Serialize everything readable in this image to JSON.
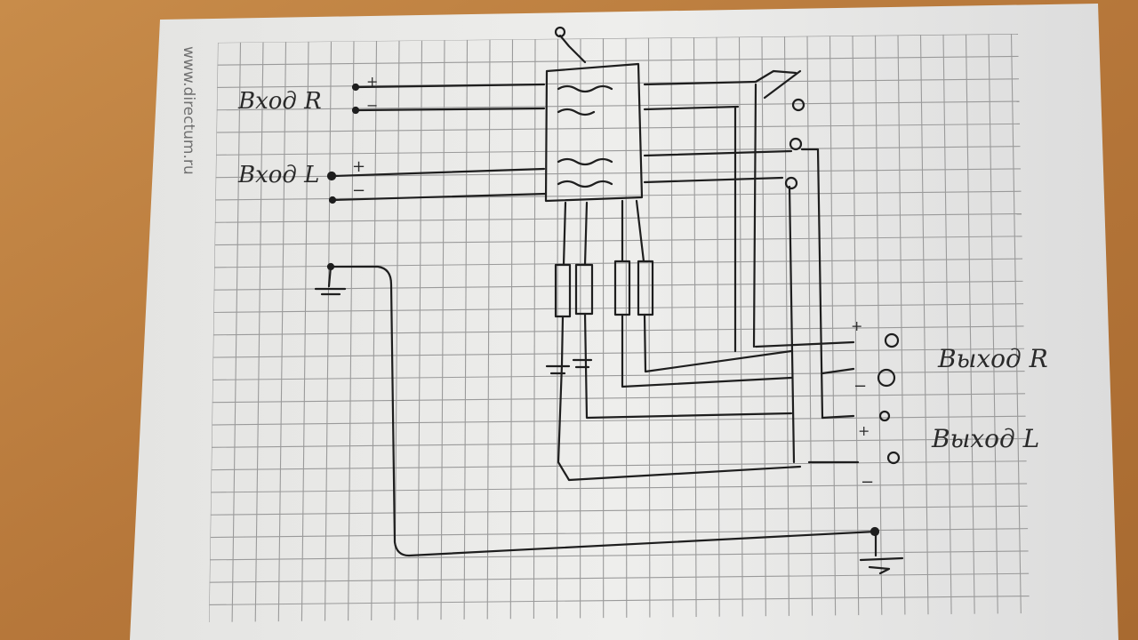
{
  "paper": {
    "watermark": "www.directum.ru"
  },
  "schematic": {
    "input_r_label": "Вход R",
    "input_l_label": "Вход L",
    "output_r_label": "Выход R",
    "output_l_label": "Выход L",
    "plus_sign": "+",
    "minus_sign": "−"
  },
  "colors": {
    "table": "#b97a3c",
    "paper": "#ececea",
    "grid": "#9a9a9a",
    "ink": "#1e1e1e"
  }
}
